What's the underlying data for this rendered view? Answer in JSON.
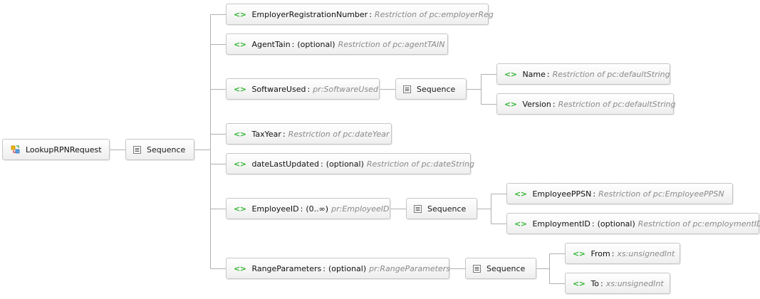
{
  "root": {
    "name": "LookupRPNRequest",
    "icon": "complex-type-icon"
  },
  "sequence_label": "Sequence",
  "element_icon_text": "<>",
  "colors": {
    "element_icon": "#2fb52f",
    "connector": "#b0b0b0",
    "type_text": "#8a8a8a"
  },
  "elements": [
    {
      "name": "EmployerRegistrationNumber",
      "type": "Restriction of pc:employerReg"
    },
    {
      "name": "AgentTain",
      "modifier": "(optional)",
      "type": "Restriction of pc:agentTAIN"
    },
    {
      "name": "SoftwareUsed",
      "type": "pr:SoftwareUsed",
      "children": [
        {
          "name": "Name",
          "type": "Restriction of pc:defaultString"
        },
        {
          "name": "Version",
          "type": "Restriction of pc:defaultString"
        }
      ]
    },
    {
      "name": "TaxYear",
      "type": "Restriction of pc:dateYear"
    },
    {
      "name": "dateLastUpdated",
      "modifier": "(optional)",
      "type": "Restriction of pc:dateString"
    },
    {
      "name": "EmployeeID",
      "modifier": "(0..∞)",
      "type": "pr:EmployeeID",
      "children": [
        {
          "name": "EmployeePPSN",
          "type": "Restriction of pc:EmployeePPSN"
        },
        {
          "name": "EmploymentID",
          "modifier": "(optional)",
          "type": "Restriction of pc:employmentID"
        }
      ]
    },
    {
      "name": "RangeParameters",
      "modifier": "(optional)",
      "type": "pr:RangeParameters",
      "children": [
        {
          "name": "From",
          "type": "xs:unsignedInt"
        },
        {
          "name": "To",
          "type": "xs:unsignedInt"
        }
      ]
    }
  ]
}
